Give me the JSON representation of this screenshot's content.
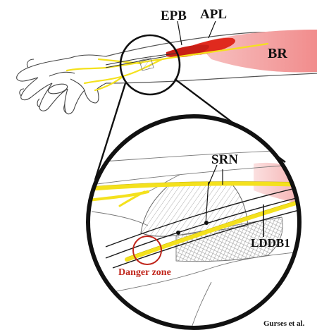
{
  "labels": {
    "epb": "EPB",
    "apl": "APL",
    "br": "BR",
    "srn": "SRN",
    "lddb1": "LDDB1",
    "danger_zone": "Danger zone",
    "credit": "Gurses et al."
  },
  "colors": {
    "nerve_yellow": "#f4e11d",
    "muscle_red": "#e02a1e",
    "muscle_pink": "#f4a5a5",
    "danger_red": "#c0261c",
    "outline": "#111111",
    "sketch": "#6e6e6e"
  }
}
